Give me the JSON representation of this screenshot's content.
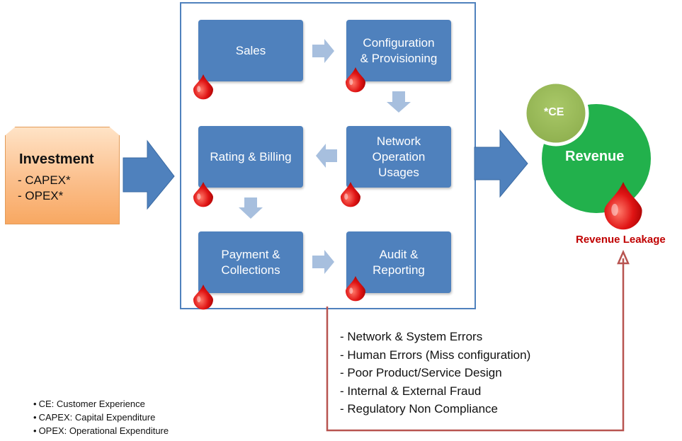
{
  "investment": {
    "title": "Investment",
    "items": [
      "- CAPEX*",
      "- OPEX*"
    ]
  },
  "process_steps": [
    {
      "id": "sales",
      "label": "Sales"
    },
    {
      "id": "config",
      "label": "Configuration\n& Provisioning"
    },
    {
      "id": "rating",
      "label": "Rating & Billing"
    },
    {
      "id": "network",
      "label": "Network\nOperation\nUsages"
    },
    {
      "id": "payment",
      "label": "Payment &\nCollections"
    },
    {
      "id": "audit",
      "label": "Audit &\nReporting"
    }
  ],
  "outcome": {
    "revenue": "Revenue",
    "ce": "*CE",
    "leakage": "Revenue Leakage"
  },
  "leakage_causes": [
    "- Network & System Errors",
    "- Human Errors (Miss configuration)",
    "- Poor Product/Service  Design",
    "- Internal & External Fraud",
    "- Regulatory Non Compliance"
  ],
  "footnotes": [
    "CE: Customer Experience",
    "CAPEX: Capital Expenditure",
    "OPEX: Operational Expenditure"
  ],
  "colors": {
    "process_blue": "#4f81bd",
    "arrow_light": "#a7bfde",
    "revenue_green": "#22b14c",
    "ce_green": "#9bbb59",
    "drop_red": "#d40000",
    "leak_line": "#b85450",
    "leak_text": "#c00000"
  }
}
